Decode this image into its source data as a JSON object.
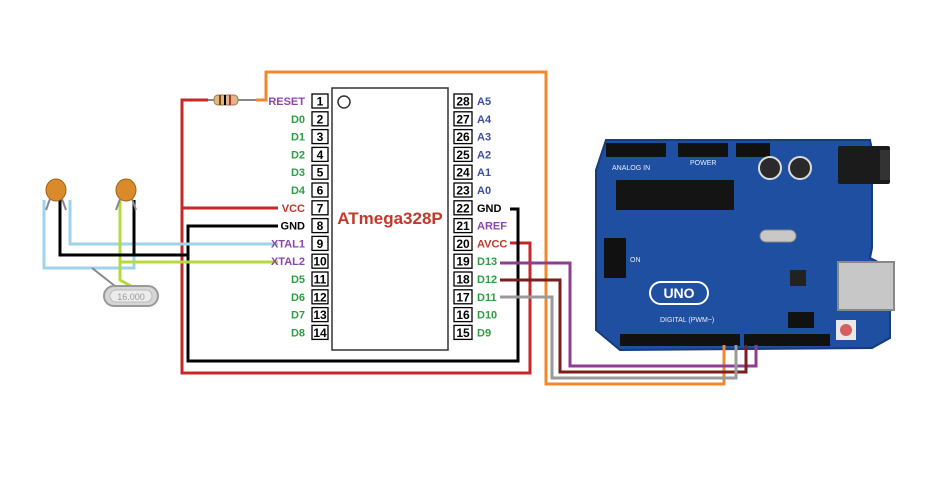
{
  "chip": {
    "name": "ATmega328P",
    "left_pins": [
      {
        "num": "1",
        "label": "RESET",
        "color": "#8e44ad"
      },
      {
        "num": "2",
        "label": "D0",
        "color": "#2e9e44"
      },
      {
        "num": "3",
        "label": "D1",
        "color": "#2e9e44"
      },
      {
        "num": "4",
        "label": "D2",
        "color": "#2e9e44"
      },
      {
        "num": "5",
        "label": "D3",
        "color": "#2e9e44"
      },
      {
        "num": "6",
        "label": "D4",
        "color": "#2e9e44"
      },
      {
        "num": "7",
        "label": "VCC",
        "color": "#c0392b"
      },
      {
        "num": "8",
        "label": "GND",
        "color": "#000000"
      },
      {
        "num": "9",
        "label": "XTAL1",
        "color": "#8e44ad"
      },
      {
        "num": "10",
        "label": "XTAL2",
        "color": "#8e44ad"
      },
      {
        "num": "11",
        "label": "D5",
        "color": "#2e9e44"
      },
      {
        "num": "12",
        "label": "D6",
        "color": "#2e9e44"
      },
      {
        "num": "13",
        "label": "D7",
        "color": "#2e9e44"
      },
      {
        "num": "14",
        "label": "D8",
        "color": "#2e9e44"
      }
    ],
    "right_pins": [
      {
        "num": "28",
        "label": "A5",
        "color": "#3b4fa0"
      },
      {
        "num": "27",
        "label": "A4",
        "color": "#3b4fa0"
      },
      {
        "num": "26",
        "label": "A3",
        "color": "#3b4fa0"
      },
      {
        "num": "25",
        "label": "A2",
        "color": "#3b4fa0"
      },
      {
        "num": "24",
        "label": "A1",
        "color": "#3b4fa0"
      },
      {
        "num": "23",
        "label": "A0",
        "color": "#3b4fa0"
      },
      {
        "num": "22",
        "label": "GND",
        "color": "#000000"
      },
      {
        "num": "21",
        "label": "AREF",
        "color": "#8e44ad"
      },
      {
        "num": "20",
        "label": "AVCC",
        "color": "#c0392b"
      },
      {
        "num": "19",
        "label": "D13",
        "color": "#2e9e44"
      },
      {
        "num": "18",
        "label": "D12",
        "color": "#2e9e44"
      },
      {
        "num": "17",
        "label": "D11",
        "color": "#2e9e44"
      },
      {
        "num": "16",
        "label": "D10",
        "color": "#2e9e44"
      },
      {
        "num": "15",
        "label": "D9",
        "color": "#2e9e44"
      }
    ]
  },
  "crystal": {
    "label": "16.000"
  },
  "board": {
    "logo": "UNO",
    "power_label": "POWER",
    "analog_label": "ANALOG IN",
    "digital_label": "DIGITAL (PWM~)",
    "on_label": "ON"
  },
  "colors": {
    "vcc_wire": "#c62828",
    "gnd_wire": "#000000",
    "reset_wire": "#f0892e",
    "xtal1_wire": "#9fd3ea",
    "xtal2_wire": "#b6d93b",
    "d13_wire": "#8e3e8f",
    "d12_wire": "#7a1f1f",
    "d11_wire": "#9a9a9a",
    "board_blue": "#1e4fa0",
    "capacitor": "#d98a2b"
  }
}
